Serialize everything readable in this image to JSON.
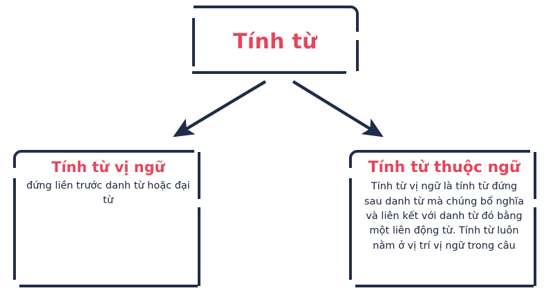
{
  "diagram": {
    "type": "hierarchy-tree",
    "orientation": "top-down",
    "colors": {
      "line": "#1f2d4a",
      "title_text": "#e8445a",
      "body_text": "#19233c",
      "background": "#ffffff"
    },
    "root": {
      "title": "Tính từ"
    },
    "children": [
      {
        "id": "tinh-tu-vi-ngu",
        "title": "Tính từ vị ngữ",
        "body": "đứng liền trước danh từ hoặc đại từ"
      },
      {
        "id": "tinh-tu-thuoc-ngu",
        "title": "Tính từ thuộc ngữ",
        "body": "Tính từ vị ngữ là tính từ đứng sau danh từ mà chúng bổ nghĩa và liên kết với danh từ đó bằng một liên động từ. Tính từ luôn nằm ở vị trí vị ngữ trong câu"
      }
    ],
    "connectors": [
      {
        "id": "root-to-left",
        "from": "root",
        "to": "tinh-tu-vi-ngu",
        "style": "solid-arrow"
      },
      {
        "id": "root-to-right",
        "from": "root",
        "to": "tinh-tu-thuoc-ngu",
        "style": "solid-arrow"
      }
    ]
  }
}
